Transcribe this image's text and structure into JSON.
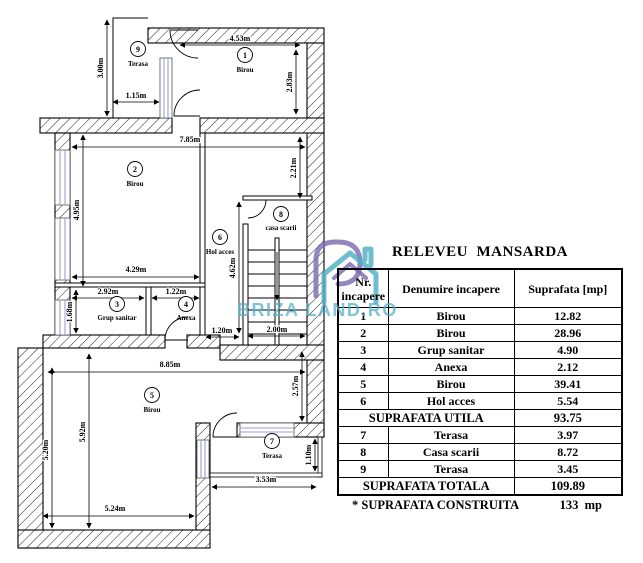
{
  "title": "RELEVEU  MANSARDA",
  "watermark": {
    "text": "BRIZA LAND.RO",
    "teal": "#4FAEC9",
    "purple": "#7D6BB0"
  },
  "table": {
    "headers": {
      "nr1": "Nr.",
      "nr2": "incapere",
      "name": "Denumire incapere",
      "area": "Suprafata [mp]"
    },
    "rows": [
      {
        "nr": "1",
        "name": "Birou",
        "area": "12.82"
      },
      {
        "nr": "2",
        "name": "Birou",
        "area": "28.96"
      },
      {
        "nr": "3",
        "name": "Grup sanitar",
        "area": "4.90"
      },
      {
        "nr": "4",
        "name": "Anexa",
        "area": "2.12"
      },
      {
        "nr": "5",
        "name": "Birou",
        "area": "39.41"
      },
      {
        "nr": "6",
        "name": "Hol acces",
        "area": "5.54"
      },
      {
        "label": "SUPRAFATA UTILA",
        "area": "93.75"
      },
      {
        "nr": "7",
        "name": "Terasa",
        "area": "3.97"
      },
      {
        "nr": "8",
        "name": "Casa scarii",
        "area": "8.72"
      },
      {
        "nr": "9",
        "name": "Terasa",
        "area": "3.45"
      },
      {
        "label": "SUPRAFATA TOTALA",
        "area": "109.89"
      }
    ]
  },
  "footer": {
    "label": "* SUPRAFATA CONSTRUITA",
    "value": "133  mp"
  },
  "plan": {
    "rooms": [
      {
        "num": "9",
        "name": "Terasa"
      },
      {
        "num": "1",
        "name": "Birou"
      },
      {
        "num": "2",
        "name": "Birou"
      },
      {
        "num": "6",
        "name": "Hol acces"
      },
      {
        "num": "8",
        "name": "casa scarii"
      },
      {
        "num": "3",
        "name": "Grup sanitar"
      },
      {
        "num": "4",
        "name": "Anexa"
      },
      {
        "num": "5",
        "name": "Birou"
      },
      {
        "num": "7",
        "name": "Terasa"
      }
    ],
    "dims": [
      "4.53m",
      "3.00m",
      "2.83m",
      "1.15m",
      "7.85m",
      "2.21m",
      "4.95m",
      "4.29m",
      "4.62m",
      "2.92m",
      "1.22m",
      "1.68m",
      "1.20m",
      "2.00m",
      "8.85m",
      "2.57m",
      "5.20m",
      "5.92m",
      "5.24m",
      "3.53m",
      "1.10m"
    ]
  }
}
